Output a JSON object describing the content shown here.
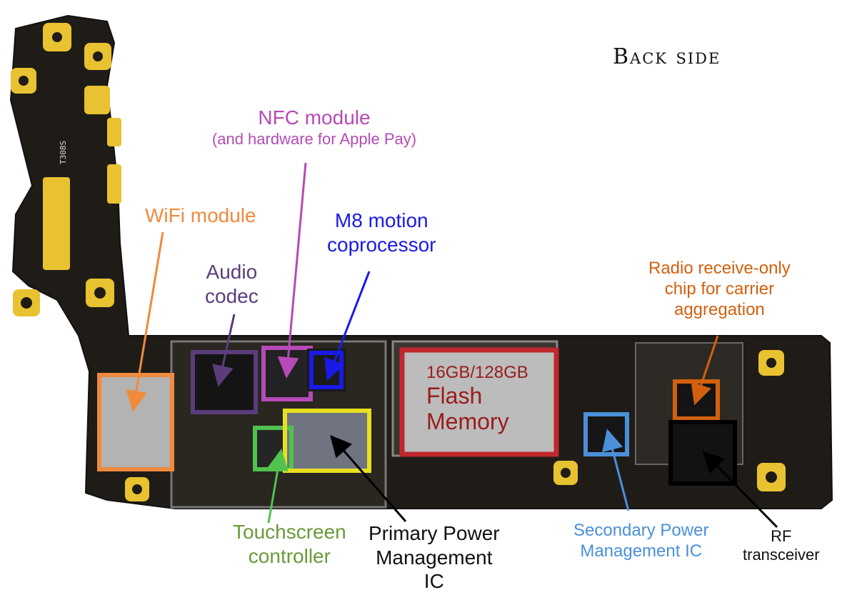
{
  "title": "Back side",
  "colors": {
    "wifi": "#f08a3c",
    "audio": "#5a3d7a",
    "nfc": "#b64ab6",
    "m8": "#1a1ae6",
    "flash": "#c0282d",
    "touch": "#4fc24f",
    "power_primary": "#e8e020",
    "power_secondary": "#4a90d9",
    "radio_rx": "#d2600e",
    "rf": "#000000",
    "board": "#1f1c18",
    "gold": "#e8c230",
    "shield": "#a9a9a9"
  },
  "labels": {
    "wifi": "WiFi module",
    "audio_l1": "Audio",
    "audio_l2": "codec",
    "nfc_l1": "NFC module",
    "nfc_l2": "(and hardware for Apple Pay)",
    "m8_l1": "M8 motion",
    "m8_l2": "coprocessor",
    "radio_l1": "Radio receive-only",
    "radio_l2": "chip for carrier",
    "radio_l3": "aggregation",
    "flash_l1": "16GB/128GB",
    "flash_l2": "Flash",
    "flash_l3": "Memory",
    "touch_l1": "Touchscreen",
    "touch_l2": "controller",
    "ppm_l1": "Primary Power",
    "ppm_l2": "Management",
    "ppm_l3": "IC",
    "spm_l1": "Secondary Power",
    "spm_l2": "Management IC",
    "rf_l1": "RF",
    "rf_l2": "transceiver"
  },
  "board_print": {
    "silkscreen": "T308S"
  }
}
